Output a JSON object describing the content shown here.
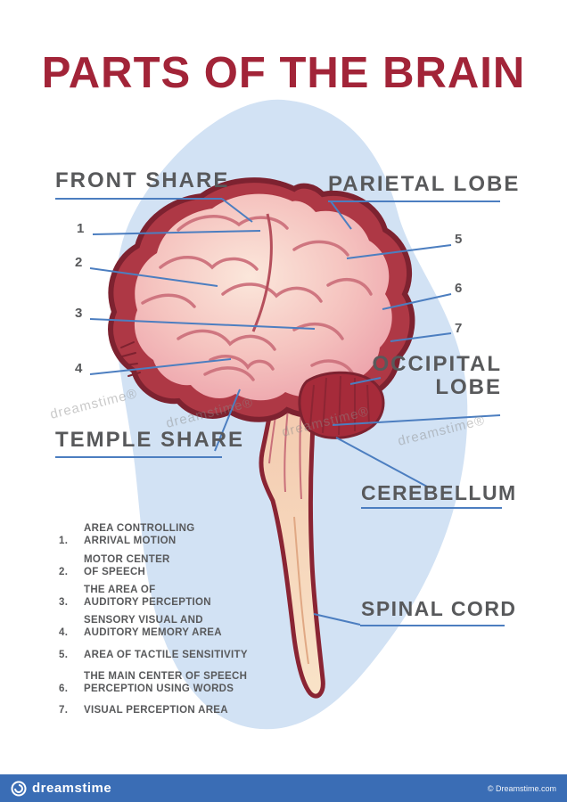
{
  "title": "PARTS OF THE BRAIN",
  "brain_labels": {
    "front_share": "FRONT SHARE",
    "parietal_lobe": "PARIETAL LOBE",
    "temple_share": "TEMPLE SHARE",
    "occipital_line1": "OCCIPITAL",
    "occipital_line2": "LOBE",
    "cerebellum": "CEREBELLUM",
    "spinal_cord": "SPINAL CORD"
  },
  "callouts": {
    "numbers": [
      "1",
      "2",
      "3",
      "4",
      "5",
      "6",
      "7"
    ]
  },
  "legend": {
    "items": [
      {
        "num": "1.",
        "line1": "AREA CONTROLLING",
        "line2": "ARRIVAL MOTION"
      },
      {
        "num": "2.",
        "line1": "MOTOR CENTER",
        "line2": "OF SPEECH"
      },
      {
        "num": "3.",
        "line1": "THE AREA OF",
        "line2": "AUDITORY PERCEPTION"
      },
      {
        "num": "4.",
        "line1": "SENSORY VISUAL AND",
        "line2": "AUDITORY MEMORY AREA"
      },
      {
        "num": "5.",
        "line1": "AREA OF TACTILE SENSITIVITY",
        "line2": ""
      },
      {
        "num": "6.",
        "line1": "THE MAIN CENTER OF SPEECH",
        "line2": "PERCEPTION USING WORDS"
      },
      {
        "num": "7.",
        "line1": "VISUAL PERCEPTION AREA",
        "line2": ""
      }
    ]
  },
  "watermark": {
    "text": "dreamstime®"
  },
  "footer": {
    "brand": "dreamstime",
    "credit": "© Dreamstime.com"
  },
  "colors": {
    "title": "#A22438",
    "label": "#58595B",
    "leader_line": "#4C7EC0",
    "blob": "#D2E2F4",
    "brain_outline": "#7D2230",
    "brain_fill": "#EC9FA9",
    "footer_bar": "#3A6DB5"
  }
}
